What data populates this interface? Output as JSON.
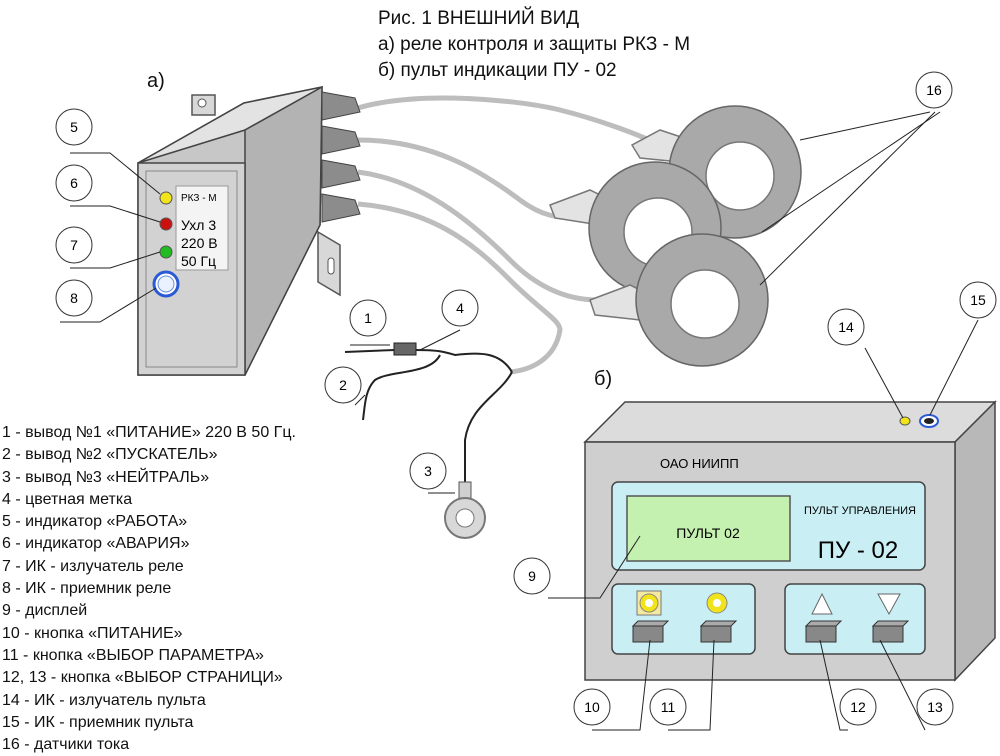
{
  "title": {
    "line1": "Рис. 1  ВНЕШНИЙ ВИД",
    "line2": "а) реле контроля и защиты РКЗ - М",
    "line3": "б) пульт индикации ПУ - 02"
  },
  "section_labels": {
    "a": "а)",
    "b": "б)"
  },
  "relay": {
    "model": "РКЗ - М",
    "spec1": "Ухл 3",
    "spec2": "220 В",
    "spec3": "50 Гц",
    "colors": {
      "yellow": "#f2e41a",
      "red": "#cc1111",
      "green": "#22bb22",
      "blue": "#2a5bd7"
    }
  },
  "panel": {
    "maker": "ОАО НИИПП",
    "display_text": "ПУЛЬТ 02",
    "caption": "ПУЛЬТ УПРАВЛЕНИЯ",
    "model": "ПУ - 02"
  },
  "callouts": [
    "1",
    "2",
    "3",
    "4",
    "5",
    "6",
    "7",
    "8",
    "9",
    "10",
    "11",
    "12",
    "13",
    "14",
    "15",
    "16"
  ],
  "legend": [
    "1 - вывод №1 «ПИТАНИЕ» 220 В 50 Гц.",
    "2 - вывод №2 «ПУСКАТЕЛЬ»",
    "3 - вывод №3 «НЕЙТРАЛЬ»",
    "4 - цветная метка",
    "5 - индикатор «РАБОТА»",
    "6 - индикатор «АВАРИЯ»",
    "7 - ИК - излучатель реле",
    "8 - ИК - приемник реле",
    "9 - дисплей",
    "10 - кнопка «ПИТАНИЕ»",
    "11 - кнопка «ВЫБОР ПАРАМЕТРА»",
    "12, 13 - кнопка «ВЫБОР СТРАНИЦИ»",
    "14 - ИК - излучатель пульта",
    "15 - ИК - приемник пульта",
    "16 - датчики тока"
  ]
}
